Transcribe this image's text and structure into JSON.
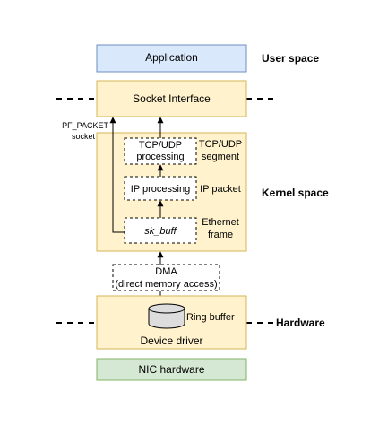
{
  "diagram": {
    "application_label": "Application",
    "socket_interface_label": "Socket Interface",
    "tcp_udp_processing_line1": "TCP/UDP",
    "tcp_udp_processing_line2": "processing",
    "ip_processing_label": "IP processing",
    "sk_buff_label": "sk_buff",
    "dma_line1": "DMA",
    "dma_line2": "(direct memory access)",
    "ring_buffer_label": "Ring buffer",
    "device_driver_label": "Device driver",
    "nic_hardware_label": "NIC hardware",
    "pf_packet_line1": "PF_PACKET",
    "pf_packet_line2": "socket",
    "tcp_udp_segment_line1": "TCP/UDP",
    "tcp_udp_segment_line2": "segment",
    "ip_packet_label": "IP packet",
    "ethernet_frame_line1": "Ethernet",
    "ethernet_frame_line2": "frame",
    "user_space_label": "User space",
    "kernel_space_label": "Kernel space",
    "hardware_label": "Hardware"
  },
  "colors": {
    "application_fill": "#dae8fc",
    "application_stroke": "#6c8ebf",
    "kernel_fill": "#fff2cc",
    "kernel_stroke": "#d6b656",
    "device_fill": "#fff2cc",
    "nic_fill": "#d5e8d4",
    "nic_stroke": "#82b366",
    "ring_buffer_fill": "#dddddd"
  }
}
